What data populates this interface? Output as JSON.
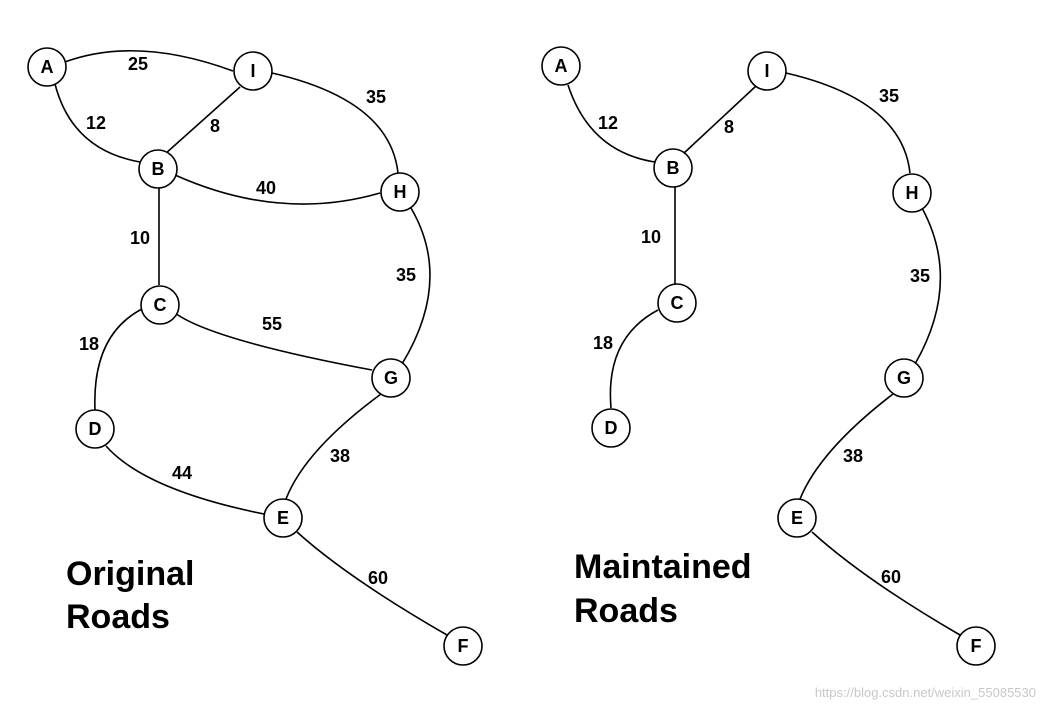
{
  "graphs": [
    {
      "id": "original",
      "caption_lines": [
        "Original",
        "Roads"
      ],
      "nodes": [
        {
          "id": "A",
          "label": "A"
        },
        {
          "id": "I",
          "label": "I"
        },
        {
          "id": "B",
          "label": "B"
        },
        {
          "id": "H",
          "label": "H"
        },
        {
          "id": "C",
          "label": "C"
        },
        {
          "id": "G",
          "label": "G"
        },
        {
          "id": "D",
          "label": "D"
        },
        {
          "id": "E",
          "label": "E"
        },
        {
          "id": "F",
          "label": "F"
        }
      ],
      "edges": [
        {
          "from": "A",
          "to": "I",
          "weight": "25"
        },
        {
          "from": "A",
          "to": "B",
          "weight": "12"
        },
        {
          "from": "I",
          "to": "B",
          "weight": "8"
        },
        {
          "from": "I",
          "to": "H",
          "weight": "35"
        },
        {
          "from": "B",
          "to": "H",
          "weight": "40"
        },
        {
          "from": "B",
          "to": "C",
          "weight": "10"
        },
        {
          "from": "H",
          "to": "G",
          "weight": "35"
        },
        {
          "from": "C",
          "to": "G",
          "weight": "55"
        },
        {
          "from": "C",
          "to": "D",
          "weight": "18"
        },
        {
          "from": "D",
          "to": "E",
          "weight": "44"
        },
        {
          "from": "G",
          "to": "E",
          "weight": "38"
        },
        {
          "from": "E",
          "to": "F",
          "weight": "60"
        }
      ]
    },
    {
      "id": "maintained",
      "caption_lines": [
        "Maintained",
        "Roads"
      ],
      "nodes": [
        {
          "id": "A",
          "label": "A"
        },
        {
          "id": "I",
          "label": "I"
        },
        {
          "id": "B",
          "label": "B"
        },
        {
          "id": "H",
          "label": "H"
        },
        {
          "id": "C",
          "label": "C"
        },
        {
          "id": "G",
          "label": "G"
        },
        {
          "id": "D",
          "label": "D"
        },
        {
          "id": "E",
          "label": "E"
        },
        {
          "id": "F",
          "label": "F"
        }
      ],
      "edges": [
        {
          "from": "A",
          "to": "B",
          "weight": "12"
        },
        {
          "from": "I",
          "to": "B",
          "weight": "8"
        },
        {
          "from": "I",
          "to": "H",
          "weight": "35"
        },
        {
          "from": "B",
          "to": "C",
          "weight": "10"
        },
        {
          "from": "H",
          "to": "G",
          "weight": "35"
        },
        {
          "from": "C",
          "to": "D",
          "weight": "18"
        },
        {
          "from": "G",
          "to": "E",
          "weight": "38"
        },
        {
          "from": "E",
          "to": "F",
          "weight": "60"
        }
      ]
    }
  ],
  "watermark": "https://blog.csdn.net/weixin_55085530",
  "colors": {
    "stroke": "#000000",
    "background": "#ffffff",
    "watermark": "#c8c8c8"
  }
}
